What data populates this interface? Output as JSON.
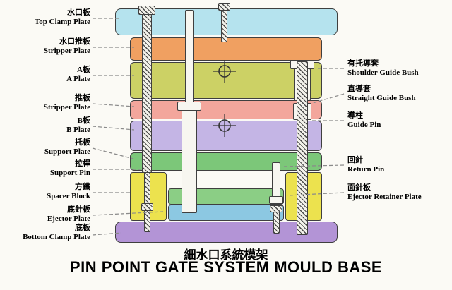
{
  "title": {
    "cn": "細水口系統模架",
    "en": "PIN POINT GATE SYSTEM MOULD BASE"
  },
  "left_labels": [
    {
      "cn": "水口板",
      "en": "Top Clamp Plate"
    },
    {
      "cn": "水口推板",
      "en": "Stripper Plate"
    },
    {
      "cn": "A板",
      "en": "A Plate"
    },
    {
      "cn": "推板",
      "en": "Stripper Plate"
    },
    {
      "cn": "B板",
      "en": "B Plate"
    },
    {
      "cn": "托板",
      "en": "Support Plate"
    },
    {
      "cn": "拉桿",
      "en": "Support Pin"
    },
    {
      "cn": "方鐵",
      "en": "Spacer Block"
    },
    {
      "cn": "底針板",
      "en": "Ejector Plate"
    },
    {
      "cn": "底板",
      "en": "Bottom Clamp Plate"
    }
  ],
  "right_labels": [
    {
      "cn": "有托導套",
      "en": "Shoulder Guide Bush"
    },
    {
      "cn": "直導套",
      "en": "Straight Guide Bush"
    },
    {
      "cn": "導柱",
      "en": "Guide Pin"
    },
    {
      "cn": "回針",
      "en": "Return Pin"
    },
    {
      "cn": "面針板",
      "en": "Ejector Retainer Plate"
    }
  ],
  "colors": {
    "background": "#fbfaf5",
    "top_clamp_plate": "#b5e3ee",
    "stripper_plate_upper": "#f0a061",
    "a_plate": "#ccd165",
    "stripper_plate_lower": "#f3a69c",
    "b_plate": "#c4b5e5",
    "support_plate": "#7cc779",
    "spacer_block": "#ece24e",
    "ejector_retainer_plate": "#8bce85",
    "ejector_plate": "#8cc8e2",
    "bottom_clamp_plate": "#b394d6",
    "outline": "#3f3f3f",
    "leader_line": "#8a8a8a"
  }
}
